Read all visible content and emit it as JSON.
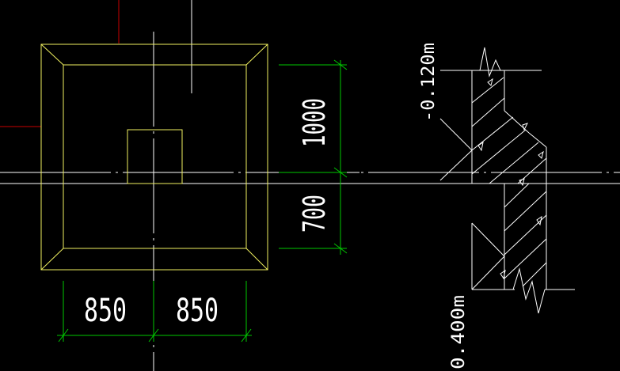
{
  "drawing": {
    "background": "#000000",
    "colors": {
      "outline": "#f0f060",
      "dimension": "#00c800",
      "centerline": "#ffffff",
      "reference": "#c80000",
      "section": "#ffffff"
    },
    "dimensions": {
      "horizontal_left": "850",
      "horizontal_right": "850",
      "vertical_top": "1000",
      "vertical_bottom": "700"
    },
    "elevations": {
      "top": "-0.120m",
      "bottom": "0.400m"
    }
  }
}
